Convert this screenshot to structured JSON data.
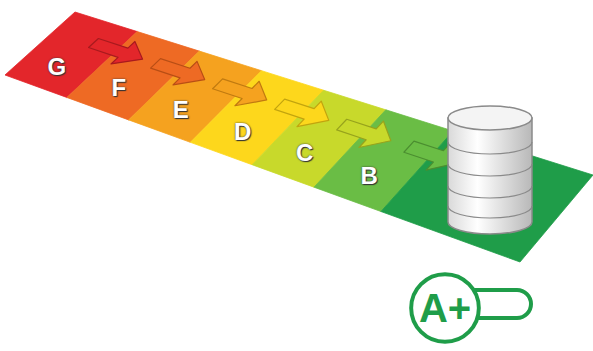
{
  "diagram": {
    "nodes": [
      {
        "text": [
          "G"
        ]
      },
      {
        "text": [
          "F"
        ]
      },
      {
        "text": [
          "E"
        ]
      },
      {
        "text": [
          "D"
        ]
      },
      {
        "text": [
          "C"
        ]
      },
      {
        "text": [
          "B"
        ]
      },
      {
        "text": [
          "A+"
        ]
      }
    ]
  }
}
